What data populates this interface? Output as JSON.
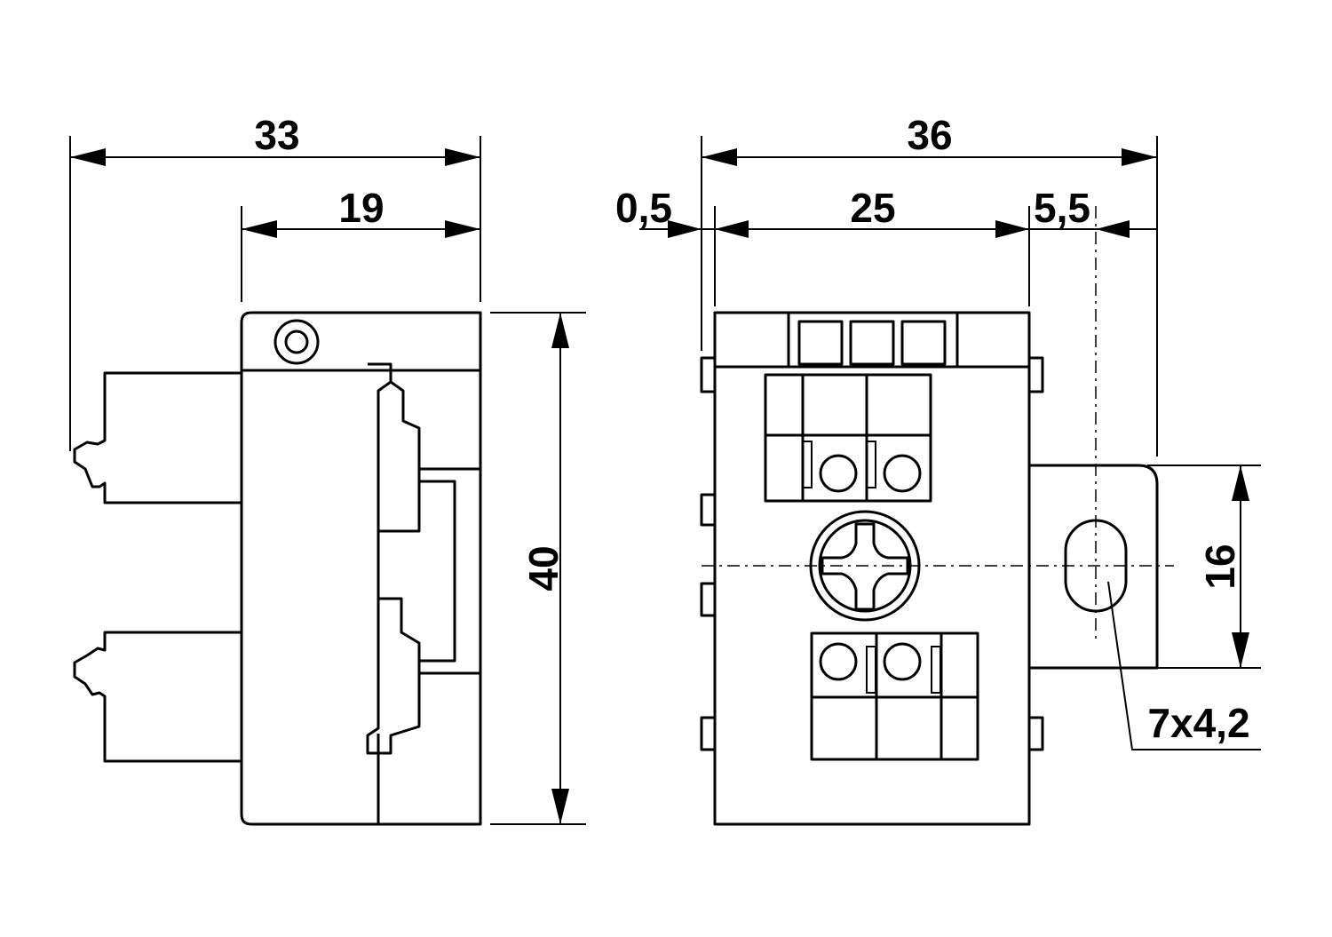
{
  "drawing": {
    "side_view": {
      "dim_total_width": "33",
      "dim_module_width": "19",
      "dim_height": "40"
    },
    "front_view": {
      "dim_total_width": "36",
      "dim_offset": "0,5",
      "dim_body_width": "25",
      "dim_flange": "5,5",
      "dim_flange_height": "16",
      "dim_slot": "7x4,2"
    }
  }
}
